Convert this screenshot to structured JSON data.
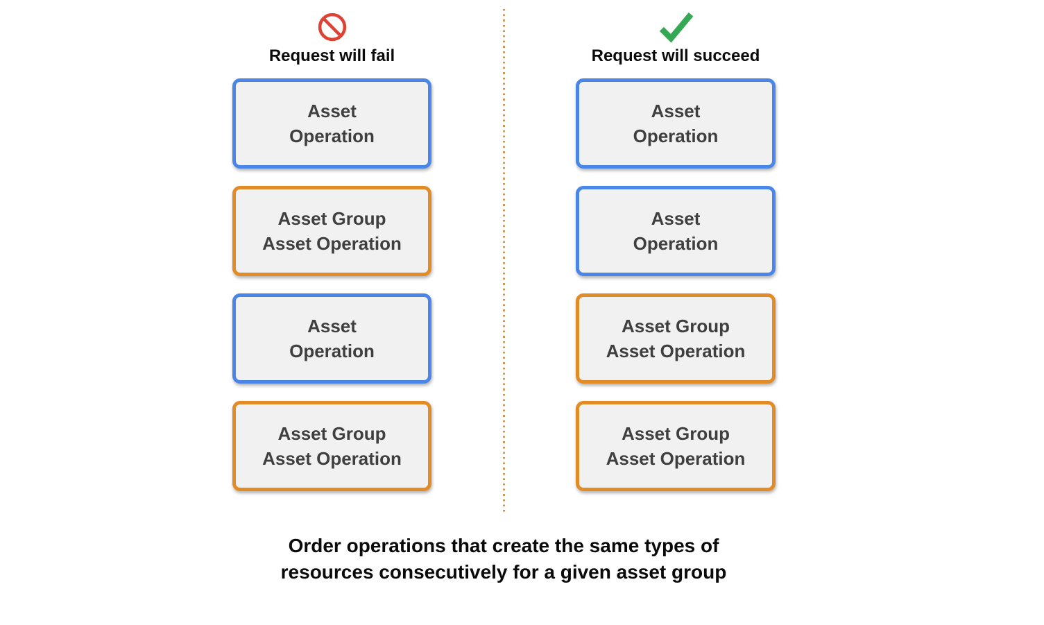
{
  "columns": [
    {
      "id": "fail",
      "icon": "no-entry-icon",
      "title": "Request will fail",
      "boxes": [
        {
          "line1": "Asset",
          "line2": "Operation",
          "border": "blue"
        },
        {
          "line1": "Asset Group",
          "line2": "Asset Operation",
          "border": "orange"
        },
        {
          "line1": "Asset",
          "line2": "Operation",
          "border": "blue"
        },
        {
          "line1": "Asset Group",
          "line2": "Asset Operation",
          "border": "orange"
        }
      ]
    },
    {
      "id": "succeed",
      "icon": "checkmark-icon",
      "title": "Request will succeed",
      "boxes": [
        {
          "line1": "Asset",
          "line2": "Operation",
          "border": "blue"
        },
        {
          "line1": "Asset",
          "line2": "Operation",
          "border": "blue"
        },
        {
          "line1": "Asset Group",
          "line2": "Asset Operation",
          "border": "orange"
        },
        {
          "line1": "Asset Group",
          "line2": "Asset Operation",
          "border": "orange"
        }
      ]
    }
  ],
  "caption": {
    "line1": "Order operations that create the same types of",
    "line2": "resources consecutively for a given asset group"
  },
  "colors": {
    "blue_border": "#4A86E8",
    "orange_border": "#E28C28",
    "box_background": "#F1F1F1",
    "box_text": "#3F3F3F",
    "fail_icon_red": "#DE4235",
    "success_icon_green": "#34A853",
    "divider_orange": "#E8942E",
    "heading_text": "#0A0A0A"
  }
}
